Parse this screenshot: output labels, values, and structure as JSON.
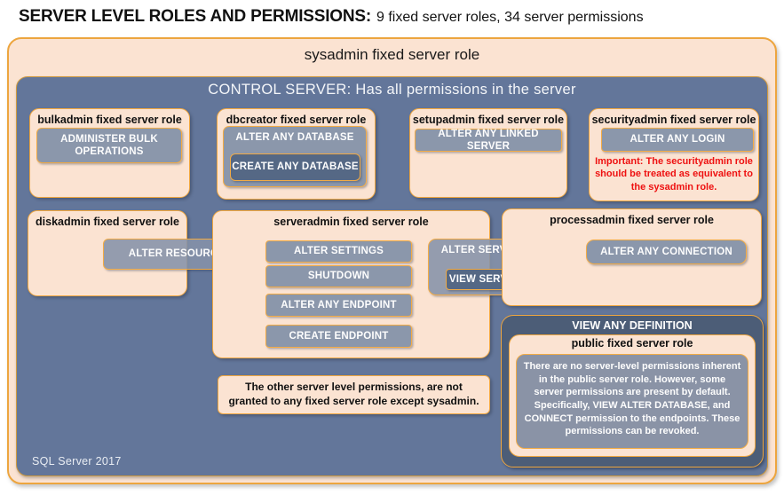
{
  "title": {
    "main": "SERVER LEVEL ROLES AND PERMISSIONS:",
    "sub": "9 fixed server roles, 34 server permissions"
  },
  "sysadmin_label": "sysadmin fixed server role",
  "control_server_label": "CONTROL SERVER: Has all permissions in the server",
  "footer": "SQL Server 2017",
  "colors": {
    "peach": "#fbe3d2",
    "orange_border": "#efa63f",
    "slate_background": "#63769a",
    "permission_fill": "#8592a9",
    "dark_permission_fill": "#556885",
    "dark_panel": "#4c5d77",
    "warning_red": "#ee1111"
  },
  "roles": {
    "bulkadmin": {
      "title": "bulkadmin fixed server role",
      "permissions": [
        "ADMINISTER BULK OPERATIONS"
      ]
    },
    "dbcreator": {
      "title": "dbcreator fixed server role",
      "permissions": [
        "ALTER ANY DATABASE",
        "CREATE ANY DATABASE"
      ]
    },
    "setupadmin": {
      "title": "setupadmin fixed server role",
      "permissions": [
        "ALTER ANY LINKED SERVER"
      ]
    },
    "securityadmin": {
      "title": "securityadmin fixed server role",
      "permissions": [
        "ALTER ANY LOGIN"
      ],
      "warning": "Important: The securityadmin role should be treated as equivalent to the sysadmin role."
    },
    "diskadmin": {
      "title": "diskadmin fixed server role",
      "permissions": [
        "ALTER RESOURCES"
      ]
    },
    "serveradmin": {
      "title": "serveradmin fixed server role",
      "permissions": [
        "ALTER SETTINGS",
        "SHUTDOWN",
        "ALTER ANY ENDPOINT",
        "CREATE ENDPOINT",
        "ALTER SERVER STATE",
        "VIEW SERVER STATE"
      ]
    },
    "processadmin": {
      "title": "processadmin fixed server role",
      "permissions": [
        "ALTER ANY CONNECTION"
      ]
    },
    "public": {
      "title": "public fixed server role",
      "container_permission": "VIEW ANY DEFINITION",
      "text": "There are no server-level permissions inherent in the public server role. However, some server permissions are present by default. Specifically, VIEW ALTER DATABASE, and CONNECT permission to the endpoints. These permissions can be revoked."
    }
  },
  "note": "The other server level permissions, are not granted to any fixed server role except sysadmin."
}
